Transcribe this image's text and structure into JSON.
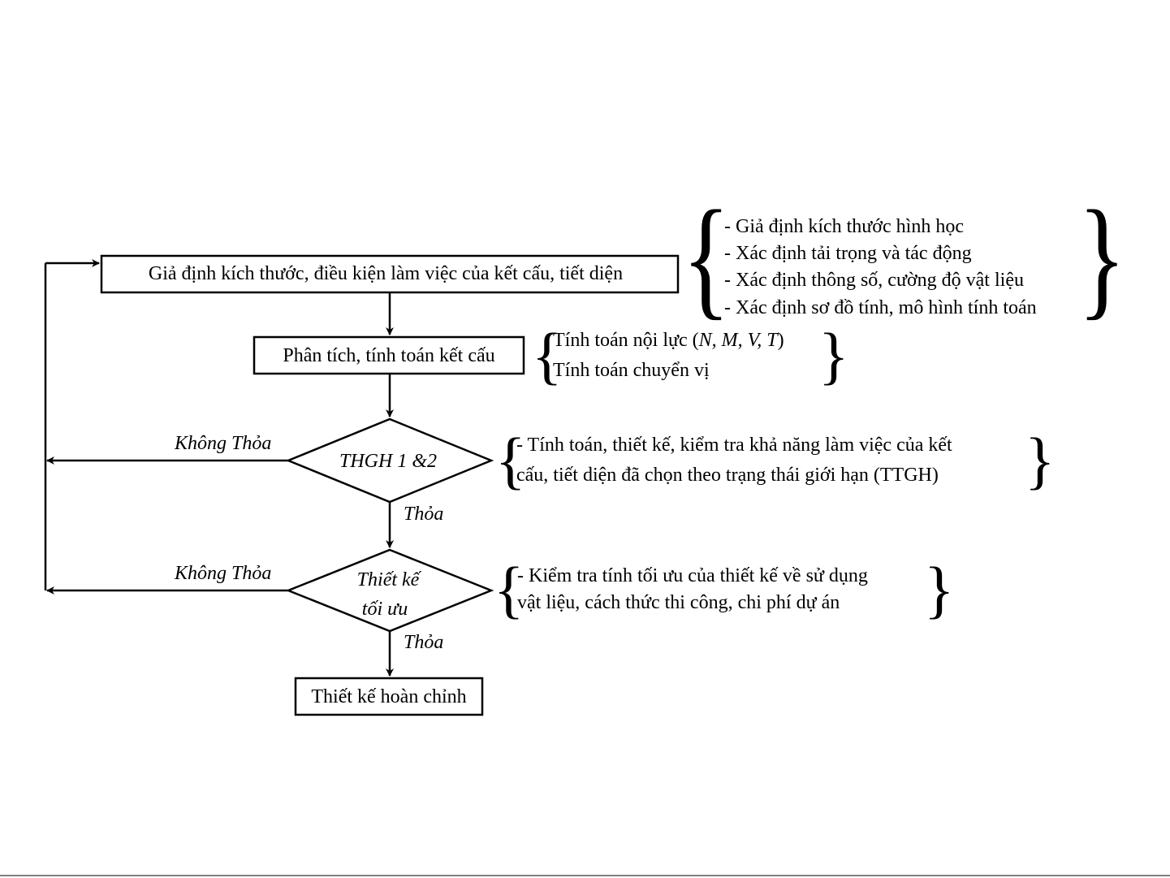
{
  "steps": {
    "assume": "Giả định kích thước, điều kiện làm việc của kết cấu, tiết diện",
    "analysis": "Phân tích, tính toán kết cấu",
    "limit_state_check": "THGH 1 &2",
    "optimal_check_line1": "Thiết kế",
    "optimal_check_line2": "tối ưu",
    "final": "Thiết kế hoàn chỉnh"
  },
  "edge_labels": {
    "fail_1": "Không Thỏa",
    "pass_1": "Thỏa",
    "fail_2": "Không Thỏa",
    "pass_2": "Thỏa"
  },
  "notes": {
    "assume": [
      "- Giả định kích thước hình học",
      "- Xác định tải trọng và tác động",
      "- Xác định thông số, cường độ vật liệu",
      "- Xác định sơ đồ tính, mô hình tính toán"
    ],
    "analysis": {
      "line1_prefix": "Tính toán nội lực (",
      "line1_vars": "N, M, V, T",
      "line1_suffix": ")",
      "line2": "Tính toán chuyển vị"
    },
    "limit_state": [
      "- Tính toán, thiết kế, kiểm tra khả năng làm việc của kết",
      "cấu, tiết diện đã chọn theo trạng thái giới hạn (TTGH)"
    ],
    "optimal": [
      "- Kiểm tra tính tối ưu của thiết kế về sử dụng",
      "vật liệu, cách thức thi công, chi phí dự án"
    ]
  }
}
